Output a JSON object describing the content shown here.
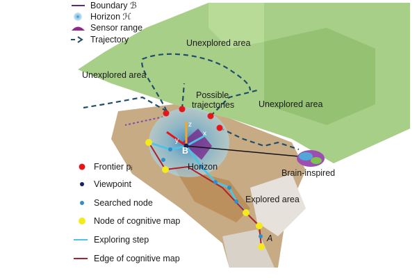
{
  "legend_top": {
    "boundary": "Boundary ℬ",
    "horizon": "Horizon ℋ",
    "sensor_range": "Sensor range",
    "trajectory": "Trajectory"
  },
  "legend_bottom": {
    "frontier": "Frontier pᵢ",
    "viewpoint": "Viewpoint",
    "searched_node": "Searched node",
    "node_cognitive_map": "Node of cognitive map",
    "exploring_step": "Exploring step",
    "edge_cognitive_map": "Edge of cognitive map"
  },
  "labels": {
    "unexplored_top": "Unexplored area",
    "unexplored_left": "Unexplored area",
    "unexplored_right": "Unexplored area",
    "possible_trajectories_1": "Possible",
    "possible_trajectories_2": "trajectories",
    "horizon": "Horizon",
    "brain_inspired": "Brain-inspired",
    "explored_area": "Explored area",
    "point_a": "A",
    "point_b": "B",
    "axis_x": "x",
    "axis_y": "y",
    "axis_z": "z"
  },
  "colors": {
    "unexplored": "#9cc77a",
    "explored": "#c9a77a",
    "frontier": "#e3161b",
    "viewpoint": "#14235a",
    "searched": "#2f8fc9",
    "node": "#f4ea1c",
    "exploring_step": "#4fc3e6",
    "edge": "#b0202a",
    "trajectory": "#1f4e6b",
    "horizon": "#7cc3e6"
  }
}
